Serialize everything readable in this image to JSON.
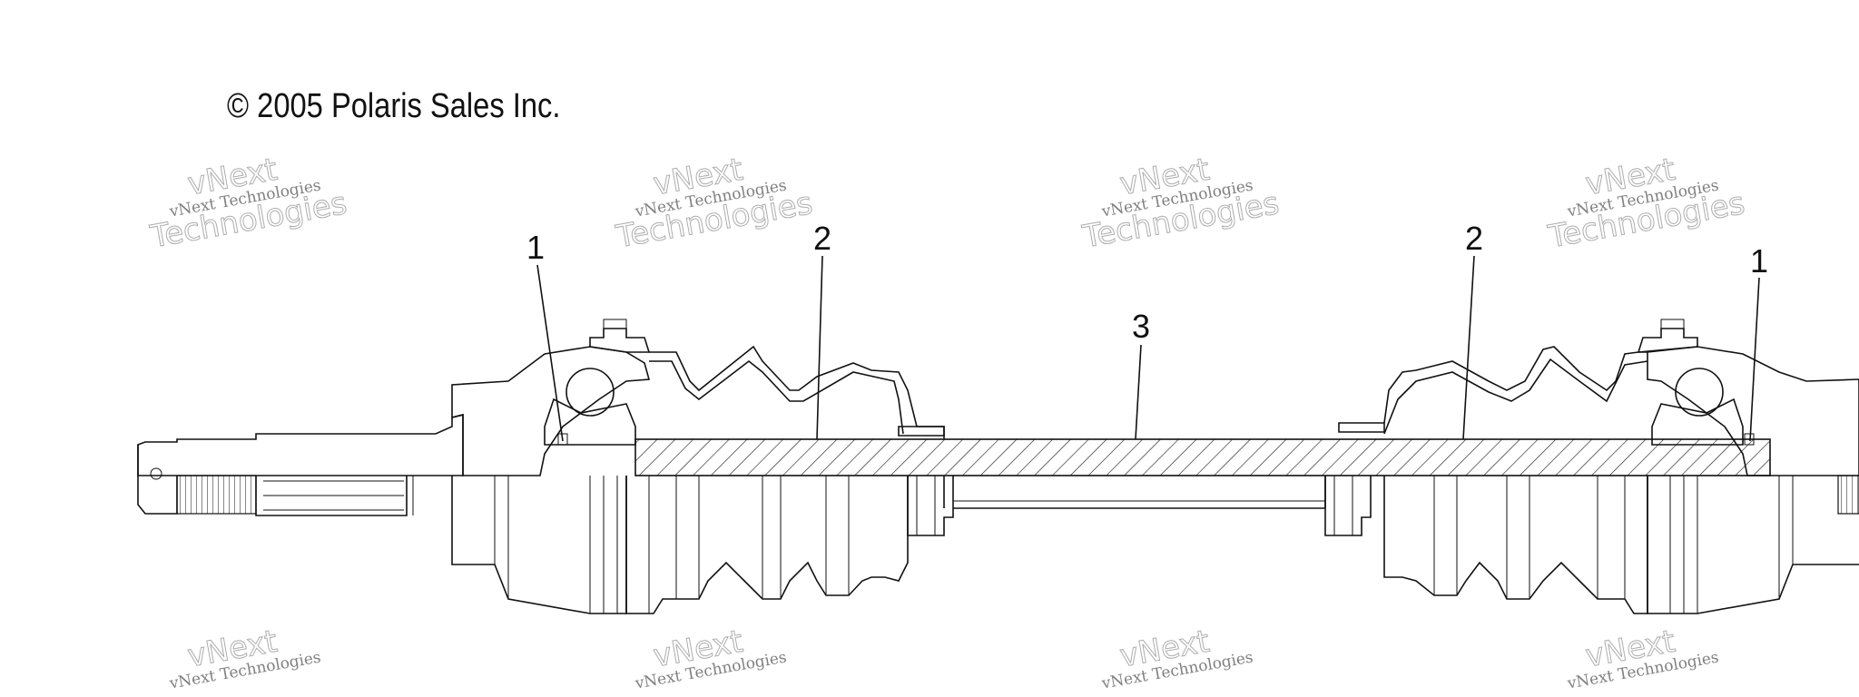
{
  "copyright": "© 2005 Polaris Sales Inc.",
  "watermark": {
    "line1": "vNext Technologies",
    "line2": "Technologies",
    "line3": "vNext"
  },
  "callouts": [
    {
      "id": "1",
      "label": "1"
    },
    {
      "id": "2",
      "label": "2"
    },
    {
      "id": "3",
      "label": "3"
    },
    {
      "id": "2b",
      "label": "2"
    },
    {
      "id": "1b",
      "label": "1"
    }
  ]
}
